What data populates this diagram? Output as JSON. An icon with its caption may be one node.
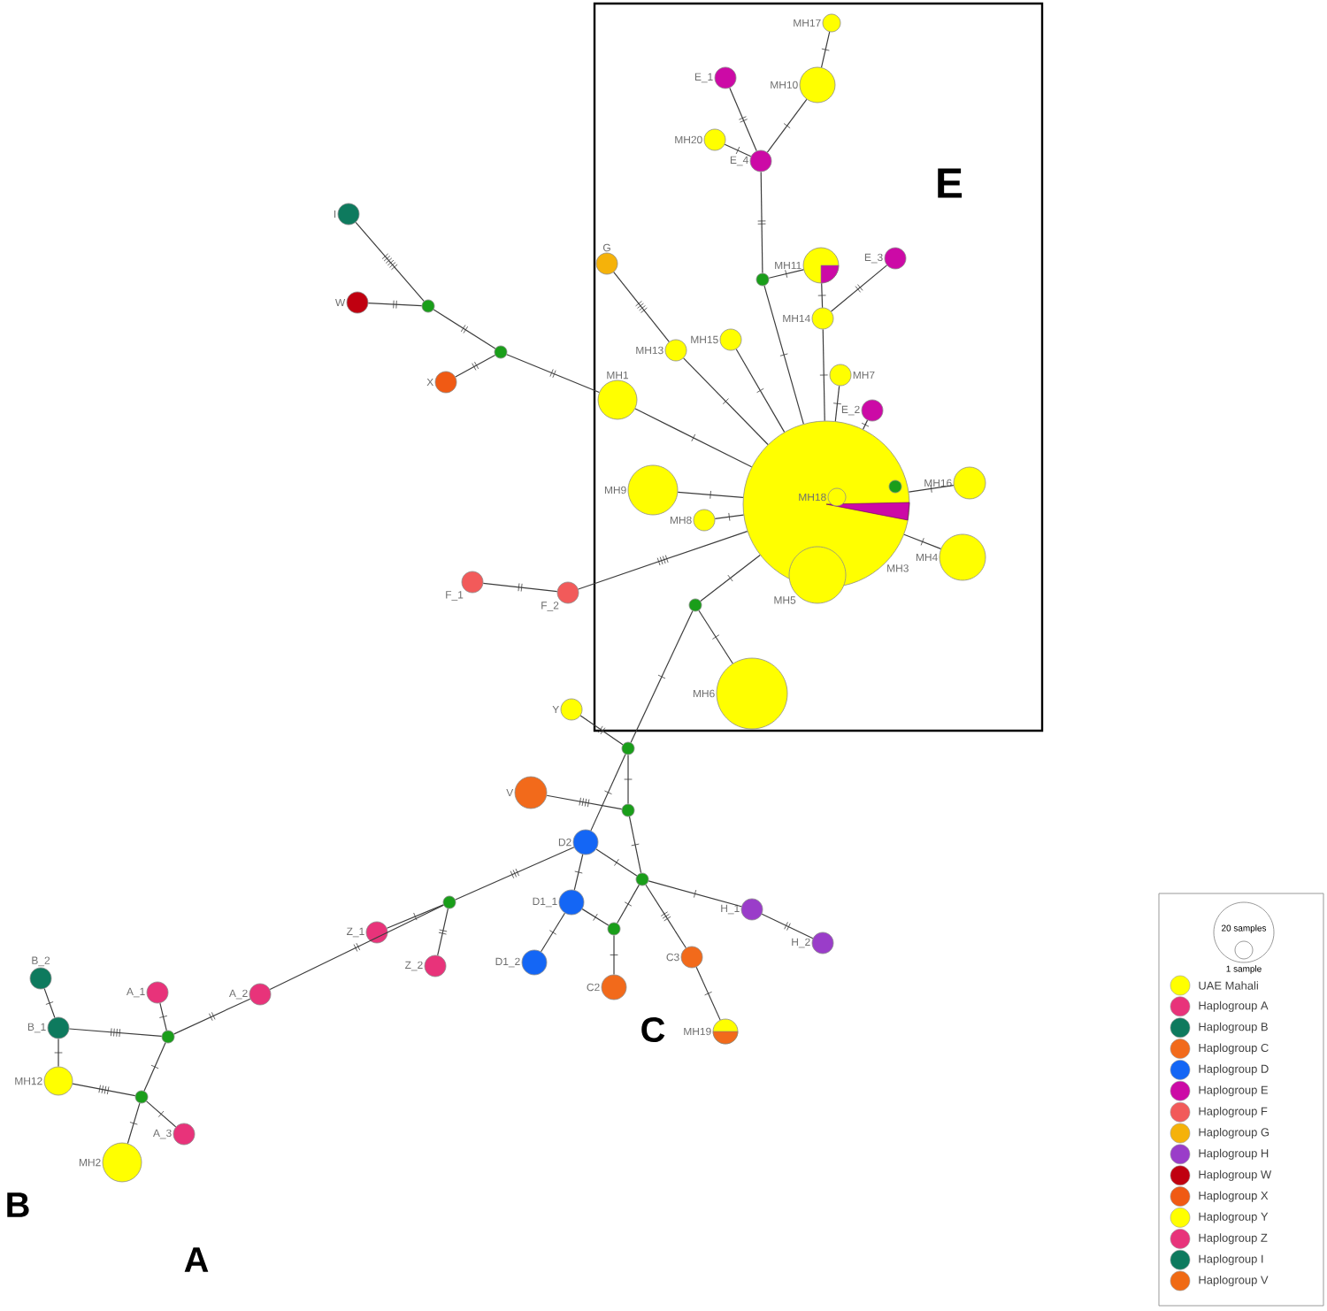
{
  "diagram": {
    "nodes": [
      {
        "text": [
          "E"
        ]
      },
      {
        "text": [
          "MH17"
        ],
        "in": 0
      },
      {
        "text": [
          "MH10"
        ],
        "in": 0
      },
      {
        "text": [
          "E_1"
        ],
        "in": 0
      },
      {
        "text": [
          "MH20"
        ],
        "in": 0
      },
      {
        "text": [
          "E_4"
        ],
        "in": 0
      },
      {
        "text": [],
        "shape": "circle",
        "in": 0
      },
      {
        "text": [
          "MH11"
        ],
        "in": 0
      },
      {
        "text": [
          "E_3"
        ],
        "in": 0
      },
      {
        "text": [
          "MH14"
        ],
        "in": 0
      },
      {
        "text": [
          "G"
        ],
        "in": 0
      },
      {
        "text": [
          "MH15"
        ],
        "in": 0
      },
      {
        "text": [
          "MH13"
        ],
        "in": 0
      },
      {
        "text": [
          "MH7"
        ],
        "in": 0
      },
      {
        "text": [
          "E_2"
        ],
        "in": 0
      },
      {
        "text": [
          "MH1"
        ],
        "in": 0
      },
      {
        "text": [
          "MH3"
        ],
        "in": 0
      },
      {
        "text": [
          "MH18"
        ],
        "in": 16
      },
      {
        "text": [],
        "shape": "circle",
        "in": 16
      },
      {
        "text": [
          "MH9"
        ],
        "in": 0
      },
      {
        "text": [
          "MH8"
        ],
        "in": 0
      },
      {
        "text": [
          "MH16"
        ],
        "in": 0
      },
      {
        "text": [
          "MH4"
        ],
        "in": 0
      },
      {
        "text": [
          "MH5"
        ],
        "in": 0
      },
      {
        "text": [],
        "shape": "circle",
        "in": 0
      },
      {
        "text": [
          "MH6"
        ],
        "in": 0
      },
      {
        "text": [
          "I"
        ]
      },
      {
        "text": [
          "W"
        ]
      },
      {
        "text": [],
        "shape": "circle"
      },
      {
        "text": [],
        "shape": "circle"
      },
      {
        "text": [
          "X"
        ]
      },
      {
        "text": [
          "F_1"
        ]
      },
      {
        "text": [
          "F_2"
        ]
      },
      {
        "text": [
          "Y"
        ]
      },
      {
        "text": [],
        "shape": "circle"
      },
      {
        "text": [
          "V"
        ]
      },
      {
        "text": [],
        "shape": "circle"
      },
      {
        "text": [
          "D2"
        ]
      },
      {
        "text": [],
        "shape": "circle"
      },
      {
        "text": [],
        "shape": "circle"
      },
      {
        "text": [
          "D1_1"
        ]
      },
      {
        "text": [
          "H_1"
        ]
      },
      {
        "text": [],
        "shape": "circle"
      },
      {
        "text": [
          "Z_1"
        ]
      },
      {
        "text": [
          "Z_2"
        ]
      },
      {
        "text": [
          "D1_2"
        ]
      },
      {
        "text": [
          "C2"
        ]
      },
      {
        "text": [
          "C3"
        ]
      },
      {
        "text": [
          "H_2"
        ]
      },
      {
        "text": [
          "MH19"
        ]
      },
      {
        "text": [
          "A_2"
        ]
      },
      {
        "text": [
          "B_2"
        ]
      },
      {
        "text": [
          "A_1"
        ]
      },
      {
        "text": [
          "B_1"
        ]
      },
      {
        "text": [],
        "shape": "circle"
      },
      {
        "text": [
          "MH12"
        ]
      },
      {
        "text": [],
        "shape": "circle"
      },
      {
        "text": [
          "A_3"
        ]
      },
      {
        "text": [
          "MH2"
        ]
      }
    ],
    "edges": [
      {
        "from": 1,
        "to": 2,
        "arrow": "none"
      },
      {
        "from": 2,
        "to": 5,
        "arrow": "none"
      },
      {
        "from": 3,
        "to": 5,
        "arrow": "none"
      },
      {
        "from": 4,
        "to": 5,
        "arrow": "none"
      },
      {
        "from": 5,
        "to": 6,
        "arrow": "none"
      },
      {
        "from": 6,
        "to": 7,
        "arrow": "none"
      },
      {
        "from": 6,
        "to": 16,
        "arrow": "none"
      },
      {
        "from": 7,
        "to": 9,
        "arrow": "none"
      },
      {
        "from": 8,
        "to": 9,
        "arrow": "none"
      },
      {
        "from": 9,
        "to": 16,
        "arrow": "none"
      },
      {
        "from": 13,
        "to": 16,
        "arrow": "none"
      },
      {
        "from": 14,
        "to": 16,
        "arrow": "none"
      },
      {
        "from": 10,
        "to": 12,
        "arrow": "none"
      },
      {
        "from": 12,
        "to": 16,
        "arrow": "none"
      },
      {
        "from": 11,
        "to": 16,
        "arrow": "none"
      },
      {
        "from": 15,
        "to": 16,
        "arrow": "none"
      },
      {
        "from": 19,
        "to": 16,
        "arrow": "none"
      },
      {
        "from": 20,
        "to": 16,
        "arrow": "none"
      },
      {
        "from": 16,
        "to": 21,
        "arrow": "none"
      },
      {
        "from": 16,
        "to": 22,
        "arrow": "none"
      },
      {
        "from": 24,
        "to": 16,
        "arrow": "none"
      },
      {
        "from": 24,
        "to": 25,
        "arrow": "none"
      },
      {
        "from": 34,
        "to": 24,
        "arrow": "none"
      },
      {
        "from": 32,
        "to": 16,
        "arrow": "none"
      },
      {
        "from": 31,
        "to": 32,
        "arrow": "none"
      },
      {
        "from": 26,
        "to": 28,
        "arrow": "none"
      },
      {
        "from": 27,
        "to": 28,
        "arrow": "none"
      },
      {
        "from": 28,
        "to": 29,
        "arrow": "none"
      },
      {
        "from": 30,
        "to": 29,
        "arrow": "none"
      },
      {
        "from": 29,
        "to": 15,
        "arrow": "none"
      },
      {
        "from": 33,
        "to": 34,
        "arrow": "none"
      },
      {
        "from": 34,
        "to": 36,
        "arrow": "none"
      },
      {
        "from": 34,
        "to": 37,
        "arrow": "none"
      },
      {
        "from": 35,
        "to": 36,
        "arrow": "none"
      },
      {
        "from": 36,
        "to": 38,
        "arrow": "none"
      },
      {
        "from": 37,
        "to": 38,
        "arrow": "none"
      },
      {
        "from": 37,
        "to": 40,
        "arrow": "none"
      },
      {
        "from": 37,
        "to": 39,
        "arrow": "none"
      },
      {
        "from": 38,
        "to": 42,
        "arrow": "none"
      },
      {
        "from": 38,
        "to": 41,
        "arrow": "none"
      },
      {
        "from": 38,
        "to": 47,
        "arrow": "none"
      },
      {
        "from": 40,
        "to": 42,
        "arrow": "none"
      },
      {
        "from": 40,
        "to": 45,
        "arrow": "none"
      },
      {
        "from": 42,
        "to": 46,
        "arrow": "none"
      },
      {
        "from": 47,
        "to": 49,
        "arrow": "none"
      },
      {
        "from": 41,
        "to": 48,
        "arrow": "none"
      },
      {
        "from": 39,
        "to": 43,
        "arrow": "none"
      },
      {
        "from": 39,
        "to": 44,
        "arrow": "none"
      },
      {
        "from": 39,
        "to": 50,
        "arrow": "none"
      },
      {
        "from": 50,
        "to": 54,
        "arrow": "none"
      },
      {
        "from": 52,
        "to": 54,
        "arrow": "none"
      },
      {
        "from": 53,
        "to": 54,
        "arrow": "none"
      },
      {
        "from": 51,
        "to": 53,
        "arrow": "none"
      },
      {
        "from": 53,
        "to": 55,
        "arrow": "none"
      },
      {
        "from": 55,
        "to": 56,
        "arrow": "none"
      },
      {
        "from": 54,
        "to": 56,
        "arrow": "none"
      },
      {
        "from": 56,
        "to": 57,
        "arrow": "none"
      },
      {
        "from": 56,
        "to": 58,
        "arrow": "none"
      }
    ],
    "labels": [
      "C",
      "B",
      "A",
      "20 samples",
      "1 sample"
    ],
    "legend": [
      {
        "text": "UAE Mahali",
        "color": "#ffff00"
      },
      {
        "text": "Haplogroup A",
        "color": "#e8337a"
      },
      {
        "text": "Haplogroup B",
        "color": "#0e7a5e"
      },
      {
        "text": "Haplogroup C",
        "color": "#f26a1b"
      },
      {
        "text": "Haplogroup D",
        "color": "#1466f5"
      },
      {
        "text": "Haplogroup E",
        "color": "#cc0aa6"
      },
      {
        "text": "Haplogroup F",
        "color": "#f25a5a"
      },
      {
        "text": "Haplogroup G",
        "color": "#f5b20a"
      },
      {
        "text": "Haplogroup H",
        "color": "#9a3dc9"
      },
      {
        "text": "Haplogroup W",
        "color": "#c00010"
      },
      {
        "text": "Haplogroup X",
        "color": "#f05a14"
      },
      {
        "text": "Haplogroup Y",
        "color": "#ffff00"
      },
      {
        "text": "Haplogroup Z",
        "color": "#e8337a"
      },
      {
        "text": "Haplogroup I",
        "color": "#0e7a5e"
      },
      {
        "text": "Haplogroup V",
        "color": "#f06a14"
      }
    ]
  }
}
